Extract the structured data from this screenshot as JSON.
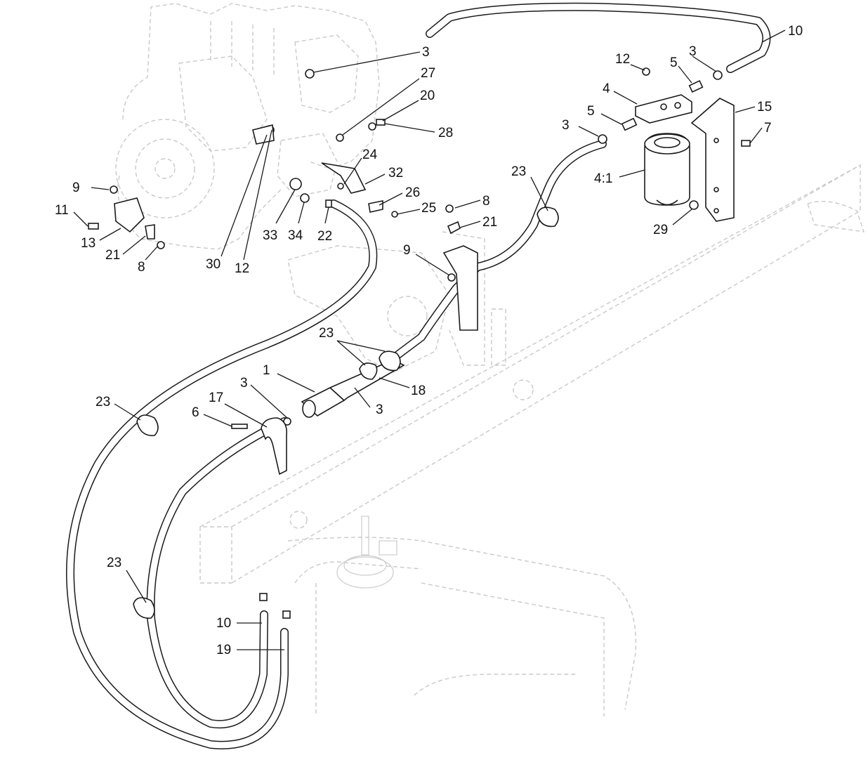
{
  "diagram": {
    "callouts": [
      {
        "id": "c1",
        "text": "10"
      },
      {
        "id": "c2",
        "text": "3"
      },
      {
        "id": "c3",
        "text": "12"
      },
      {
        "id": "c4",
        "text": "5"
      },
      {
        "id": "c5",
        "text": "3"
      },
      {
        "id": "c6",
        "text": "27"
      },
      {
        "id": "c7",
        "text": "20"
      },
      {
        "id": "c8",
        "text": "4"
      },
      {
        "id": "c9",
        "text": "15"
      },
      {
        "id": "c10",
        "text": "5"
      },
      {
        "id": "c11",
        "text": "7"
      },
      {
        "id": "c12",
        "text": "28"
      },
      {
        "id": "c13",
        "text": "3"
      },
      {
        "id": "c14",
        "text": "24"
      },
      {
        "id": "c15",
        "text": "23"
      },
      {
        "id": "c16",
        "text": "4:1"
      },
      {
        "id": "c17",
        "text": "32"
      },
      {
        "id": "c18",
        "text": "9"
      },
      {
        "id": "c19",
        "text": "26"
      },
      {
        "id": "c20",
        "text": "8"
      },
      {
        "id": "c21",
        "text": "11"
      },
      {
        "id": "c22",
        "text": "25"
      },
      {
        "id": "c23",
        "text": "21"
      },
      {
        "id": "c24",
        "text": "29"
      },
      {
        "id": "c25",
        "text": "13"
      },
      {
        "id": "c26",
        "text": "33"
      },
      {
        "id": "c27",
        "text": "34"
      },
      {
        "id": "c28",
        "text": "22"
      },
      {
        "id": "c29",
        "text": "21"
      },
      {
        "id": "c30",
        "text": "8"
      },
      {
        "id": "c31",
        "text": "30"
      },
      {
        "id": "c32",
        "text": "12"
      },
      {
        "id": "c33",
        "text": "9"
      },
      {
        "id": "c34",
        "text": "23"
      },
      {
        "id": "c35",
        "text": "1"
      },
      {
        "id": "c36",
        "text": "18"
      },
      {
        "id": "c37",
        "text": "23"
      },
      {
        "id": "c38",
        "text": "17"
      },
      {
        "id": "c39",
        "text": "3"
      },
      {
        "id": "c40",
        "text": "3"
      },
      {
        "id": "c41",
        "text": "6"
      },
      {
        "id": "c42",
        "text": "23"
      },
      {
        "id": "c43",
        "text": "10"
      },
      {
        "id": "c44",
        "text": "19"
      }
    ]
  }
}
